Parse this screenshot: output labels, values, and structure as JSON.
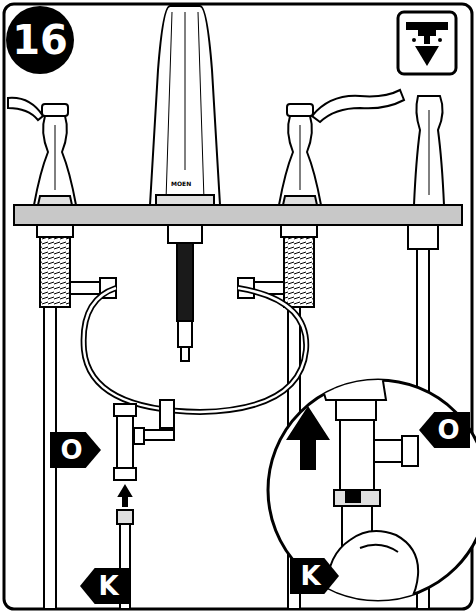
{
  "diagram": {
    "nodes": [
      {
        "text": [
          "16"
        ]
      },
      {
        "text": [
          "O"
        ]
      },
      {
        "text": [
          "K"
        ]
      },
      {
        "text": [
          "O"
        ]
      },
      {
        "text": [
          "K"
        ]
      }
    ],
    "labels": [
      "MOEN"
    ]
  }
}
